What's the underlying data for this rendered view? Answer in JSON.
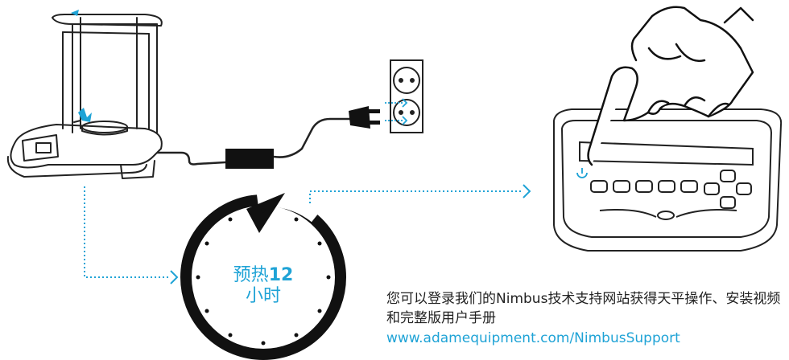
{
  "warmup": {
    "label": "预热",
    "hours": "12",
    "unit": "小时"
  },
  "info": {
    "text_part1": "您可以登录我们的",
    "brand": "Nimbus",
    "text_part2": "技术支持网站获得天平操作、安装视频和完整版用户手册",
    "link": "www.adamequipment.com/NimbusSupport"
  },
  "colors": {
    "accent": "#1fa3d6",
    "line": "#222222"
  },
  "icons": [
    "balance-icon",
    "power-adapter-icon",
    "wall-socket-icon",
    "clock-icon",
    "hand-pointer-icon",
    "balance-display-icon",
    "power-button-icon"
  ]
}
